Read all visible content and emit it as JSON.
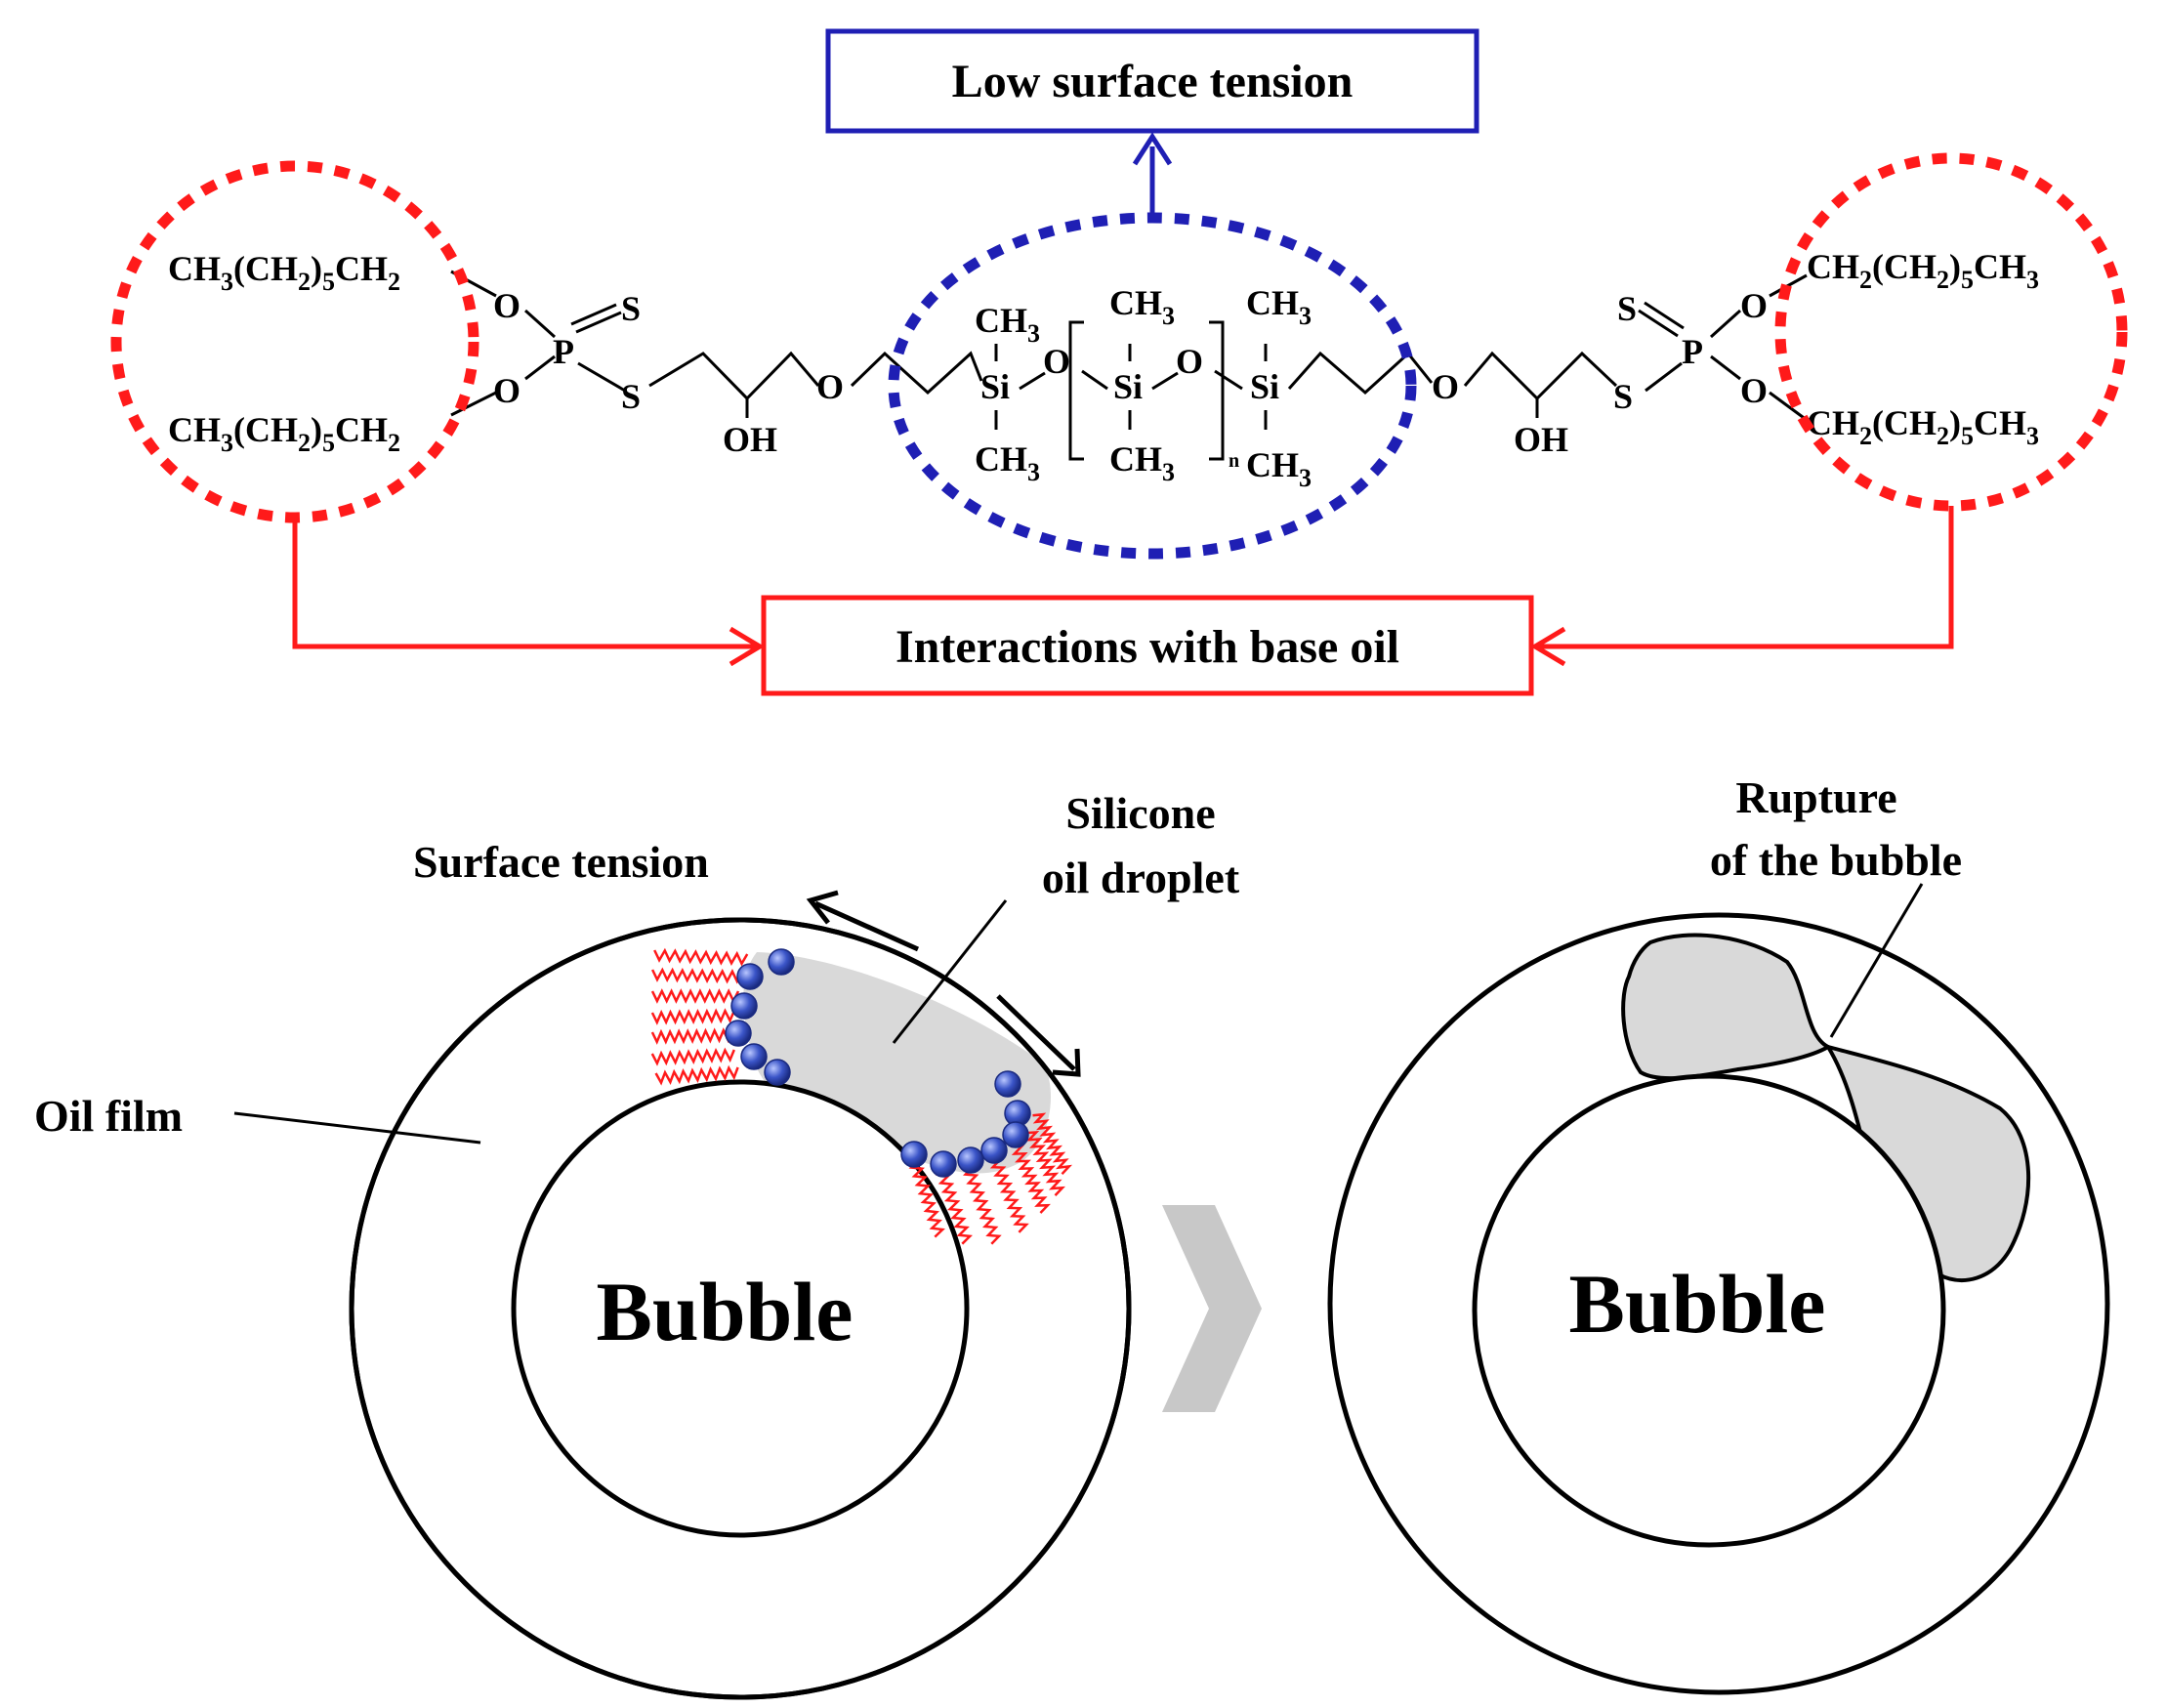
{
  "boxes": {
    "low_surface_tension": "Low surface tension",
    "interactions_base_oil": "Interactions with base oil"
  },
  "molecule": {
    "left_chain_top": [
      "CH",
      "3",
      "(CH",
      "2",
      ")",
      "5",
      "CH",
      "2"
    ],
    "left_chain_bottom": [
      "CH",
      "3",
      "(CH",
      "2",
      ")",
      "5",
      "CH",
      "2"
    ],
    "right_chain_top": [
      "CH",
      "2",
      "(CH",
      "2",
      ")",
      "5",
      "CH",
      "3"
    ],
    "right_chain_bottom": [
      "CH",
      "2",
      "(CH",
      "2",
      ")",
      "5",
      "CH",
      "3"
    ],
    "atoms": {
      "O": "O",
      "P": "P",
      "S": "S",
      "OH": "OH",
      "Si": "Si",
      "CH3": [
        "CH",
        "3"
      ],
      "n": "n"
    }
  },
  "bottom_labels": {
    "surface_tension": "Surface tension",
    "silicone_line1": "Silicone",
    "silicone_line2": "oil droplet",
    "oil_film": "Oil film",
    "bubble_left": "Bubble",
    "rupture_line1": "Rupture",
    "rupture_line2": "of the bubble",
    "bubble_right": "Bubble"
  },
  "colors": {
    "blue": "#1f1fb4",
    "red": "#ff1a1a",
    "droplet_gray": "#d9d9d9",
    "arrow_gray": "#c8c8c8",
    "sphere_blue": "#3b55c8"
  }
}
